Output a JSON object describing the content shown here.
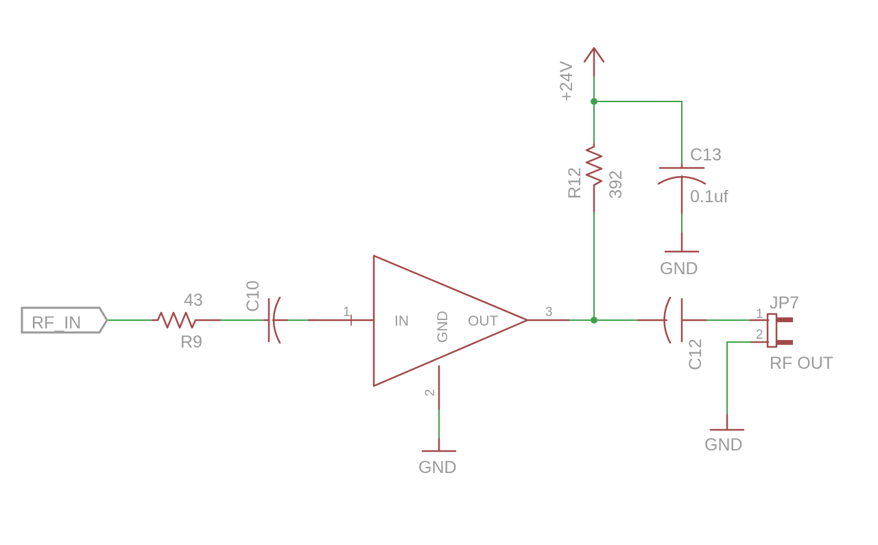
{
  "labels": {
    "rf_in": "RF_IN",
    "r9_value": "43",
    "r9_name": "R9",
    "c10_name": "C10",
    "amp_pin_in_num": "1",
    "amp_in": "IN",
    "amp_gnd": "GND",
    "amp_out": "OUT",
    "amp_pin_out_num": "3",
    "amp_pin_gnd_num": "2",
    "amp_gnd_symbol": "GND",
    "supply": "+24V",
    "r12_name": "R12",
    "r12_value": "392",
    "c13_name": "C13",
    "c13_value": "0.1uf",
    "c13_gnd": "GND",
    "c12_name": "C12",
    "jp7_name": "JP7",
    "jp7_pin1": "1",
    "jp7_pin2": "2",
    "jp7_value": "RF OUT",
    "jp7_gnd": "GND"
  },
  "colors": {
    "wire": "#3fa04a",
    "symbol": "#a24a4a",
    "label": "#9a9a9a"
  }
}
